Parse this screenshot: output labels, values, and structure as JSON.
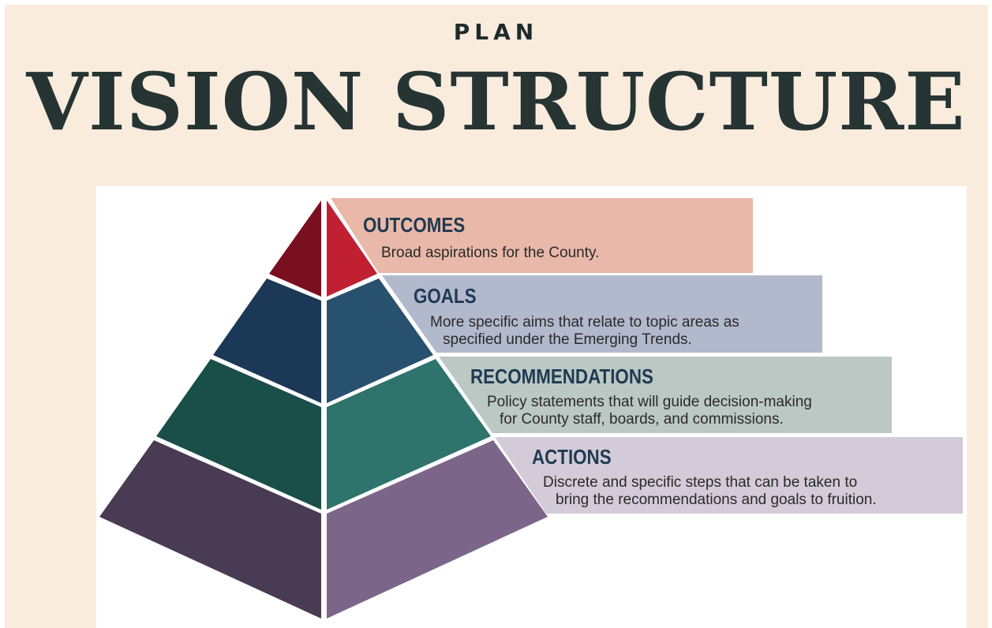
{
  "header": {
    "kicker": "PLAN",
    "title": "VISION STRUCTURE"
  },
  "levels": [
    {
      "heading": "OUTCOMES",
      "desc_lines": [
        "Broad aspirations for the County."
      ],
      "colors": {
        "left": "#790f1f",
        "right": "#c02032",
        "band": "#e9b8a8"
      }
    },
    {
      "heading": "GOALS",
      "desc_lines": [
        "More specific aims that relate to topic areas as",
        "specified under the Emerging Trends."
      ],
      "colors": {
        "left": "#1b3857",
        "right": "#28506f",
        "band": "#b3b9cd"
      }
    },
    {
      "heading": "RECOMMENDATIONS",
      "desc_lines": [
        "Policy statements that will guide decision-making",
        "for County staff, boards, and commissions."
      ],
      "colors": {
        "left": "#1a4e48",
        "right": "#2f746c",
        "band": "#bcc8c4"
      }
    },
    {
      "heading": "ACTIONS",
      "desc_lines": [
        "Discrete and specific steps that can be taken to",
        "bring the recommendations and goals to fruition."
      ],
      "colors": {
        "left": "#4a3b54",
        "right": "#7b6588",
        "band": "#d4cbd8"
      }
    }
  ]
}
